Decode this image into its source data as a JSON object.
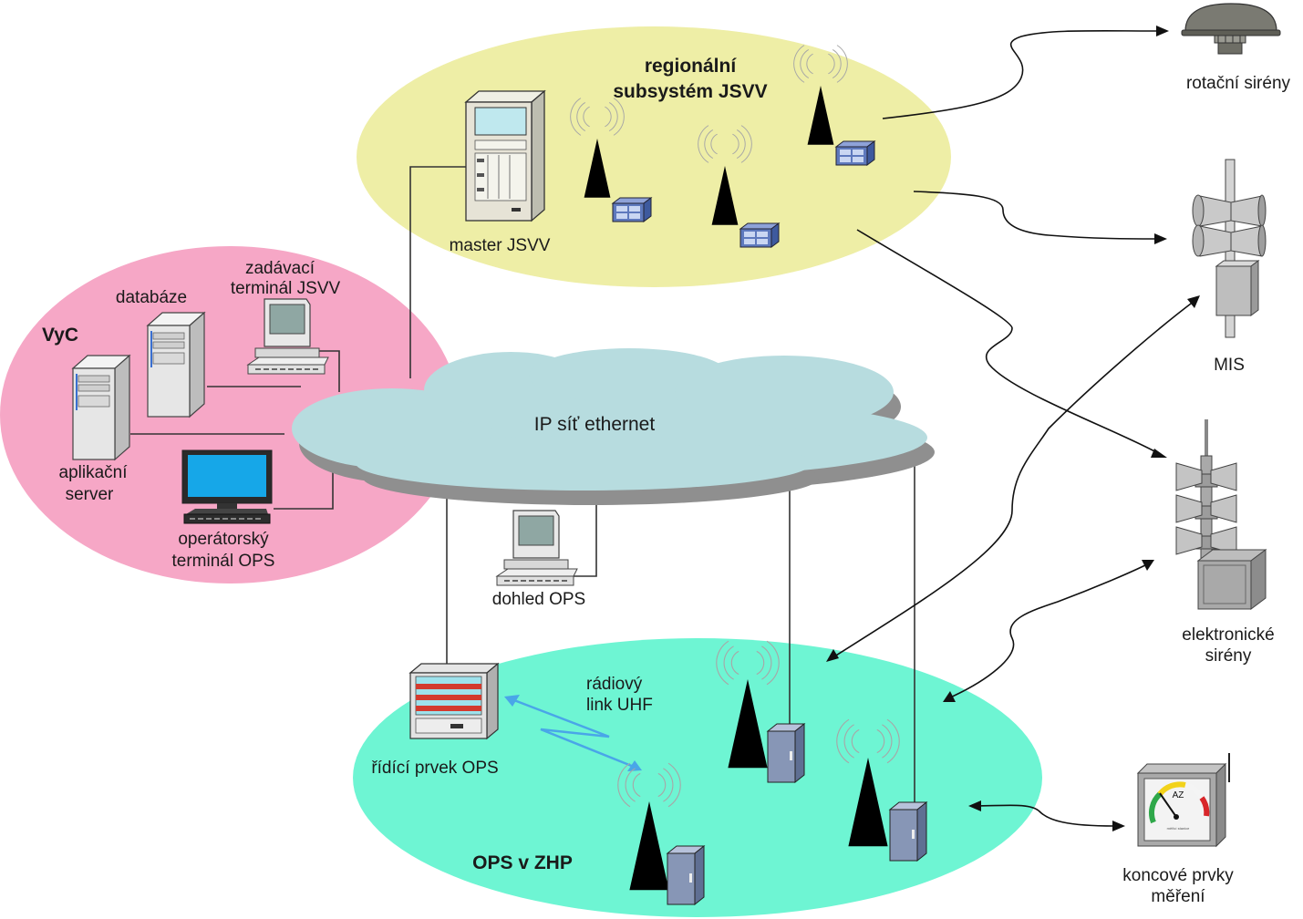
{
  "labels": {
    "regional_line1": "regionální",
    "regional_line2": "subsystém JSVV",
    "master": "master JSVV",
    "vyc": "VyC",
    "database": "databáze",
    "zadavaci_line1": "zadávací",
    "zadavaci_line2": "terminál JSVV",
    "app_line1": "aplikační",
    "app_line2": "server",
    "operator_line1": "operátorský",
    "operator_line2": "terminál OPS",
    "ip_network": "IP síť ethernet",
    "dohled": "dohled OPS",
    "radio_line1": "rádiový",
    "radio_line2": "link UHF",
    "ridici": "řídící prvek OPS",
    "ops_zhp": "OPS v ZHP",
    "rotating": "rotační sirény",
    "mis": "MIS",
    "electronic_line1": "elektronické",
    "electronic_line2": "sirény",
    "measure_line1": "koncové prvky",
    "measure_line2": "měření",
    "gauge_text": "AZ",
    "gauge_small": "měřicí stanice"
  },
  "colors": {
    "regional_zone": "#EEEEA6",
    "vyc_zone": "#F6A7C6",
    "ops_zone": "#6EF5D3",
    "cloud": "#B7DCDF",
    "cloud_shadow": "#8F8F8F",
    "radio_link": "#49A6E8",
    "rack_red": "#D33A2E",
    "screen_blue": "#16A7E8",
    "screen_gray": "#8FA7A3",
    "antenna_box": "#5E79BD",
    "cabinet": "#8796B6"
  },
  "icons": {
    "tower": "radio-tower-icon",
    "server": "server-icon",
    "terminal": "computer-terminal-icon",
    "rotating_siren": "rotating-siren-icon",
    "mis": "speaker-mast-icon",
    "electronic_siren": "electronic-siren-icon",
    "meter": "gauge-meter-icon"
  }
}
